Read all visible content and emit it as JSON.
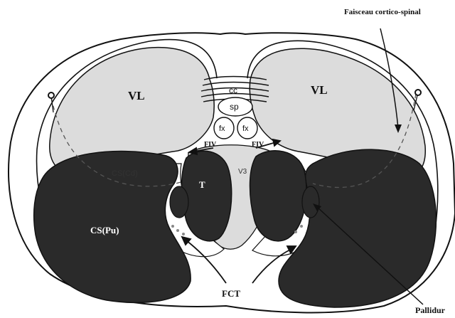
{
  "colors": {
    "background": "#ffffff",
    "ventricle_fill": "#dcdcdc",
    "nuclei_fill": "#2a2a2a",
    "outline": "#111111"
  },
  "labels": {
    "faisceau": "Faisceau cortico-spinal",
    "vl_left": "VL",
    "vl_right": "VL",
    "cc": "cc",
    "sp": "sp",
    "fx_left": "fx",
    "fx_right": "fx",
    "fiv_left": "FIV",
    "fiv_right": "FIV",
    "v3": "V3",
    "cs_cd": "CS(Cd)",
    "thalamus": "T",
    "cs_pu": "CS(Pu)",
    "fct": "FCT",
    "pallidum": "Pallidur"
  }
}
